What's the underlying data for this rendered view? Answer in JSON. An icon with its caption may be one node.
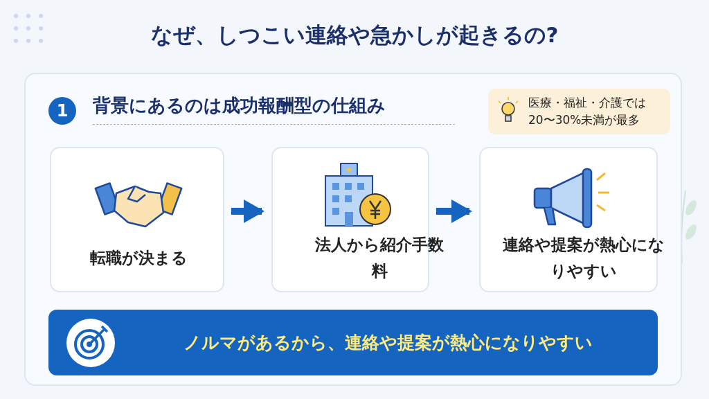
{
  "diagram": {
    "title": "なぜ、しつこい連絡や急かしが起きるの?",
    "nodes": [
      {
        "text": [
          "背景にあるのは成功報酬型の仕組み"
        ]
      },
      {
        "text": [
          "1"
        ],
        "in": 0
      },
      {
        "text": [
          "医療・福祉・介護では20〜30%未満が最多"
        ],
        "in": 0
      },
      {
        "text": [
          "転職が決まる"
        ],
        "in": 0
      },
      {
        "text": [
          "法人から紹介手数料"
        ],
        "in": 0
      },
      {
        "text": [
          "連絡や提案が熱心になりやすい"
        ],
        "in": 0
      },
      {
        "text": [
          "ノルマがあるから、連絡や提案が熱心になりやすい"
        ],
        "in": 0
      }
    ],
    "edges": [
      {
        "from": 3,
        "to": 4,
        "arrow": "to"
      },
      {
        "from": 4,
        "to": 5,
        "arrow": "to"
      }
    ]
  }
}
